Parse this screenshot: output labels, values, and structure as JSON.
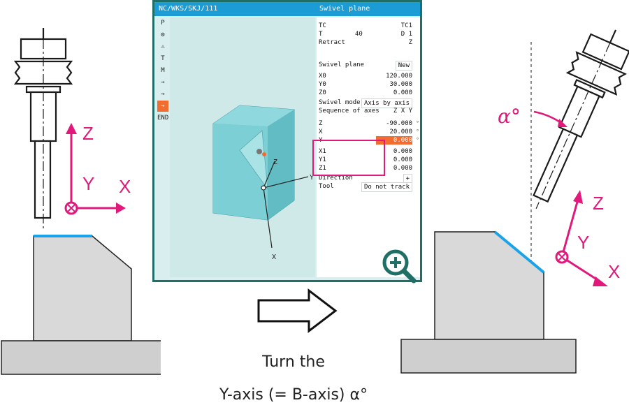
{
  "screen": {
    "title_left": "NC/WKS/SKJ/111",
    "title_right": "Swivel plane",
    "sidebar": [
      "P",
      "⚙",
      "⚠",
      "T",
      "M",
      "→",
      "→",
      "→",
      "END"
    ],
    "sidebar_active_index": 7,
    "params": [
      {
        "label": "TC",
        "mid": "",
        "value": "TC1",
        "unit": ""
      },
      {
        "label": "T",
        "mid": "40",
        "value": "D 1",
        "unit": ""
      },
      {
        "label": "Retract",
        "mid": "",
        "value": "Z",
        "unit": ""
      },
      {
        "label": "Swivel plane",
        "mid": "",
        "value": "New",
        "unit": ""
      },
      {
        "label": "X0",
        "mid": "",
        "value": "120.000",
        "unit": ""
      },
      {
        "label": "Y0",
        "mid": "",
        "value": "30.000",
        "unit": ""
      },
      {
        "label": "Z0",
        "mid": "",
        "value": "0.000",
        "unit": ""
      },
      {
        "label": "Swivel mode",
        "mid": "",
        "value": "Axis by axis",
        "unit": ""
      },
      {
        "label": "Sequence of axes",
        "mid": "",
        "value": "Z X Y",
        "unit": ""
      },
      {
        "label": "Z",
        "mid": "",
        "value": "-90.000",
        "unit": "°"
      },
      {
        "label": "X",
        "mid": "",
        "value": "20.000",
        "unit": "°"
      },
      {
        "label": "Y",
        "mid": "",
        "value": "0.000",
        "unit": "°"
      },
      {
        "label": "X1",
        "mid": "",
        "value": "0.000",
        "unit": ""
      },
      {
        "label": "Y1",
        "mid": "",
        "value": "0.000",
        "unit": ""
      },
      {
        "label": "Z1",
        "mid": "",
        "value": "0.000",
        "unit": ""
      },
      {
        "label": "Direction",
        "mid": "",
        "value": "+",
        "unit": ""
      },
      {
        "label": "Tool",
        "mid": "",
        "value": "Do not track",
        "unit": ""
      }
    ],
    "highlight_row_index": 11,
    "cube_axis_labels": {
      "y": "Y",
      "x": "X",
      "z": "Z"
    }
  },
  "left_diagram": {
    "axis_z": "Z",
    "axis_y": "Y",
    "axis_x": "X"
  },
  "right_diagram": {
    "angle_label": "α°",
    "axis_z": "Z",
    "axis_y": "Y",
    "axis_x": "X"
  },
  "caption": {
    "line1": "Turn the",
    "line2": "Y-axis (= B-axis) α°"
  },
  "colors": {
    "magenta": "#e0197a",
    "blue_edge": "#1aa3e8",
    "teal": "#1f6f66",
    "title_blue": "#1b9cd4",
    "orange": "#f26c2f",
    "cube": "#76d0d6",
    "block_gray": "#d9d9d9",
    "base_gray": "#cfcfcf"
  },
  "icons": [
    "zoom-in-icon",
    "right-arrow-icon",
    "axis-cross-icon"
  ]
}
